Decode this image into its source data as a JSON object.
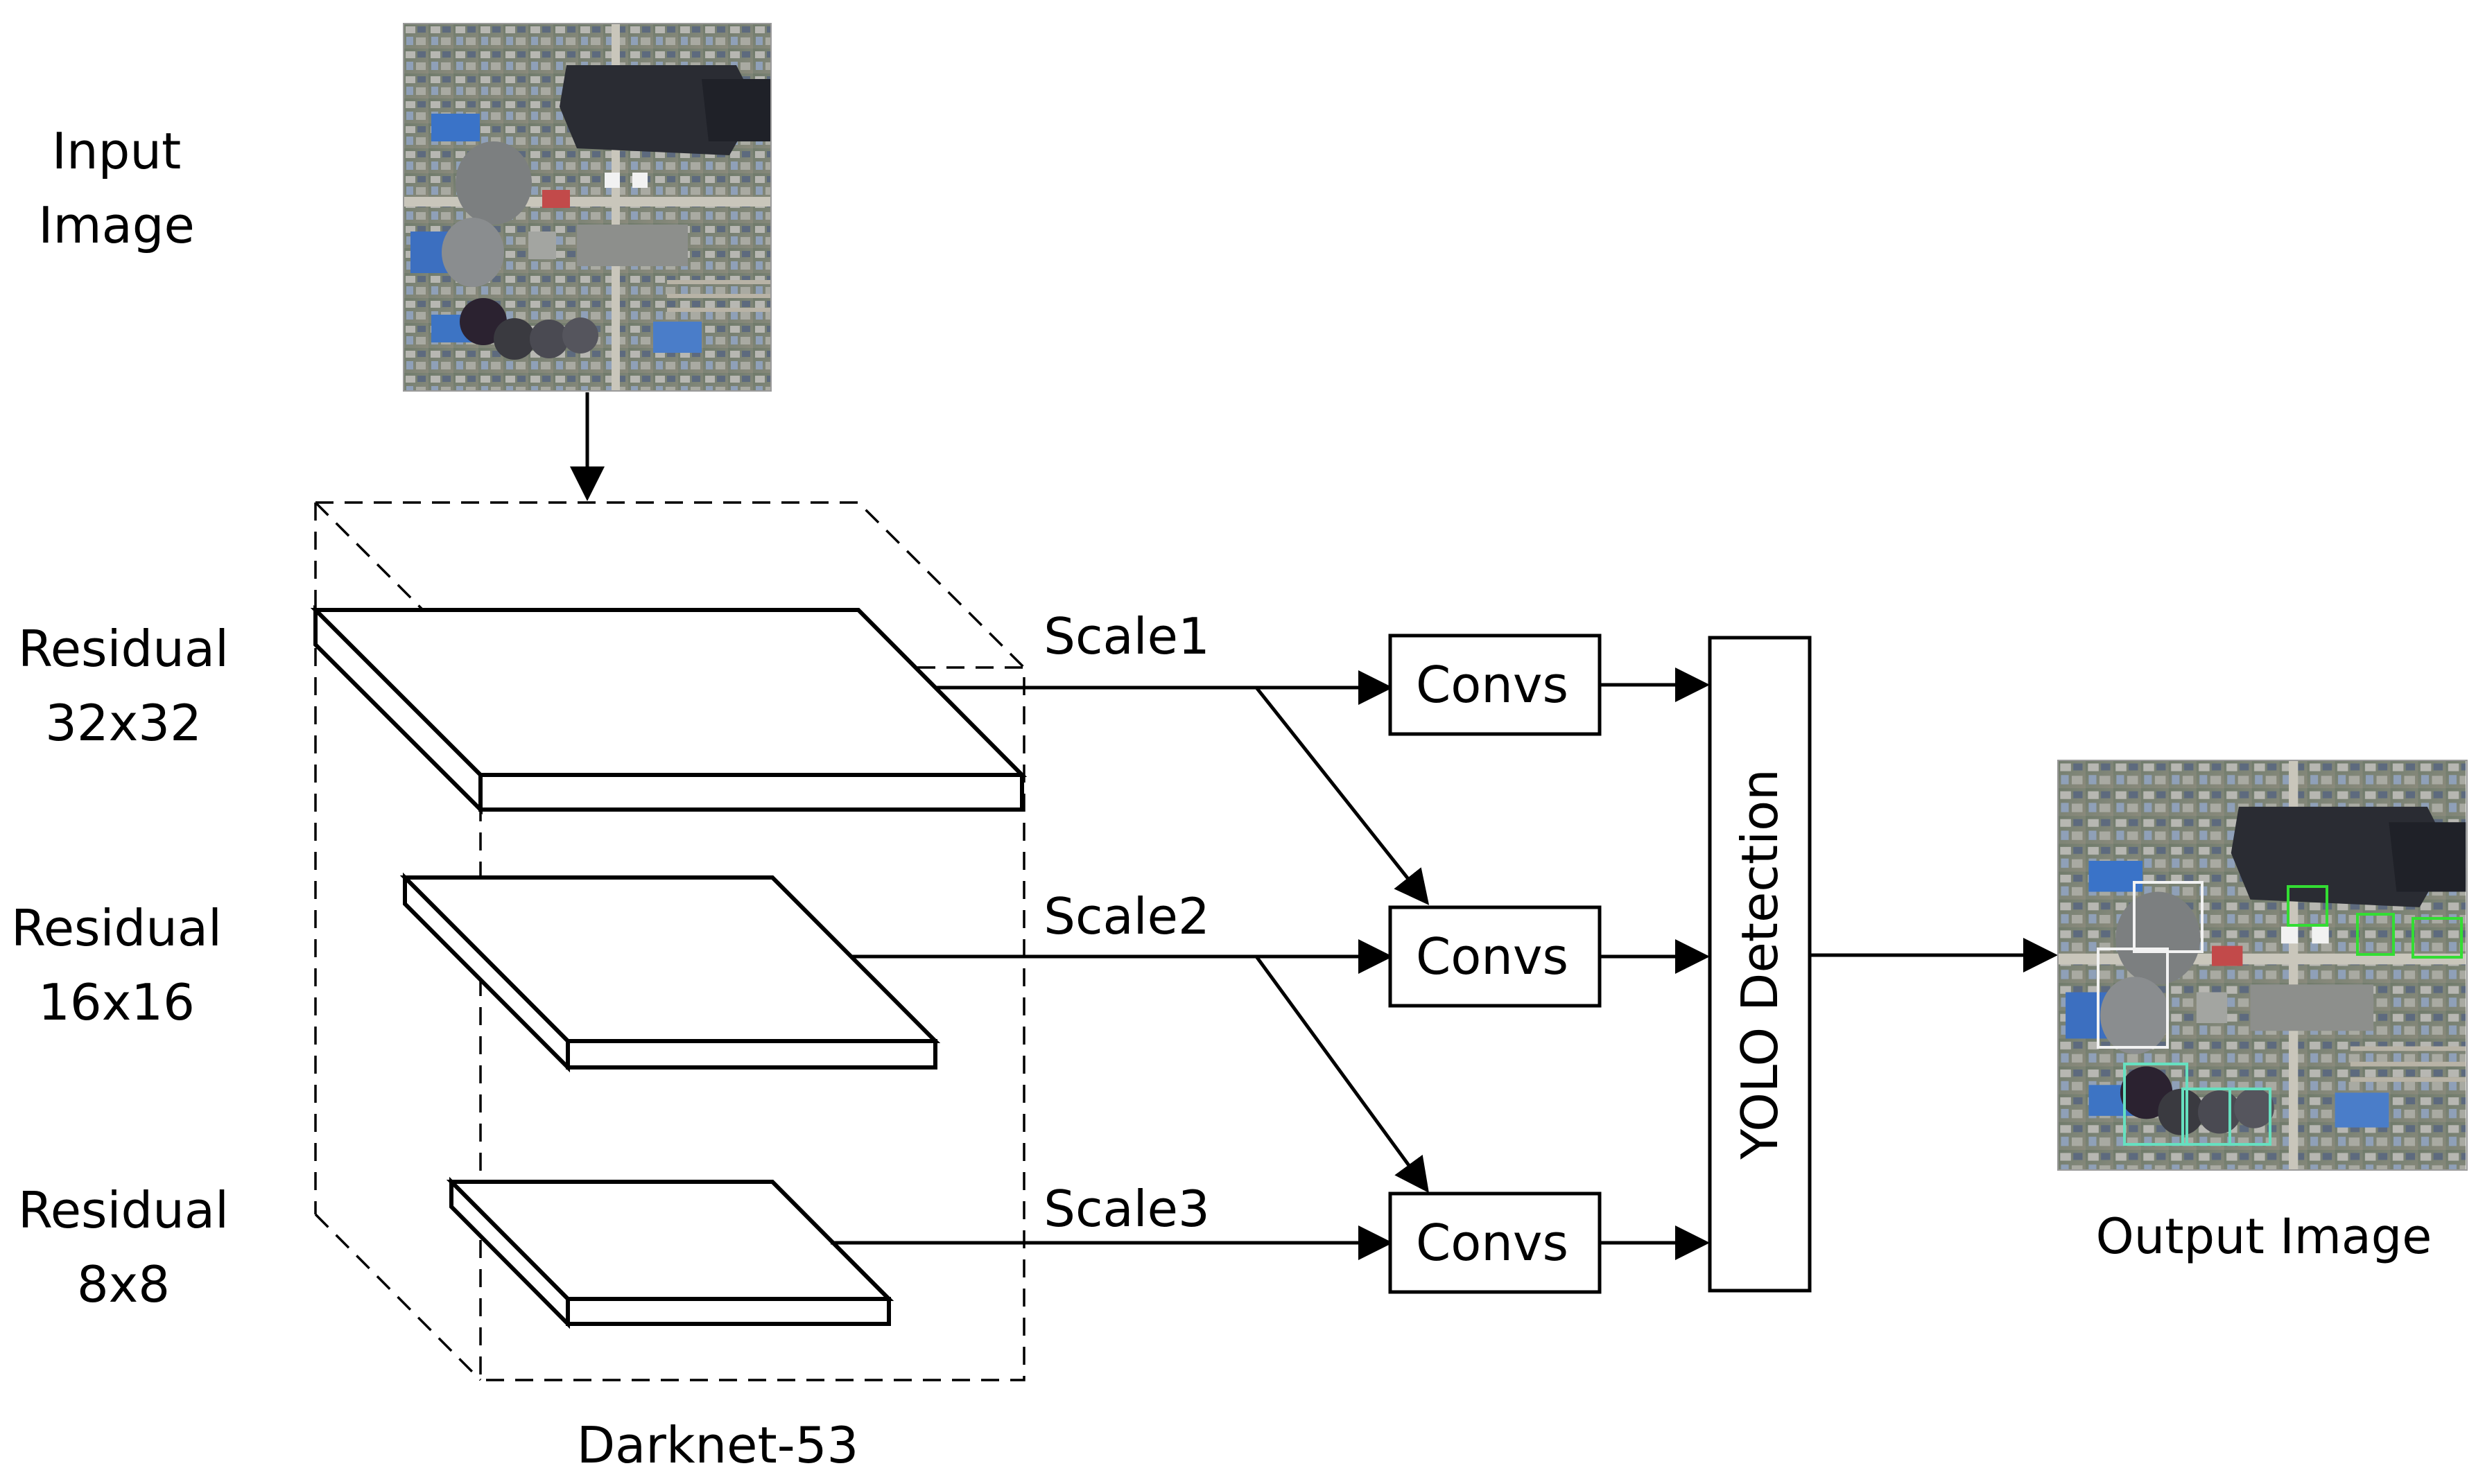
{
  "input_label_lines": [
    "Input",
    "Image"
  ],
  "output_label": "Output Image",
  "backbone_label": "Darknet-53",
  "residuals": [
    {
      "name": "residual-32x32",
      "lines": [
        "Residual",
        "32x32"
      ]
    },
    {
      "name": "residual-16x16",
      "lines": [
        "Residual",
        "16x16"
      ]
    },
    {
      "name": "residual-8x8",
      "lines": [
        "Residual",
        "8x8"
      ]
    }
  ],
  "scales": [
    "Scale1",
    "Scale2",
    "Scale3"
  ],
  "convs_label": "Convs",
  "detection_label": "YOLO Detection",
  "colors": {
    "line": "#000000",
    "background": "#ffffff",
    "detection_box_white": "#f2f2f2",
    "detection_box_green": "#33dd33",
    "detection_box_teal": "#66e0c0"
  },
  "icons": {
    "input_image": "satellite-image-icon",
    "output_image": "satellite-image-with-detections-icon"
  }
}
